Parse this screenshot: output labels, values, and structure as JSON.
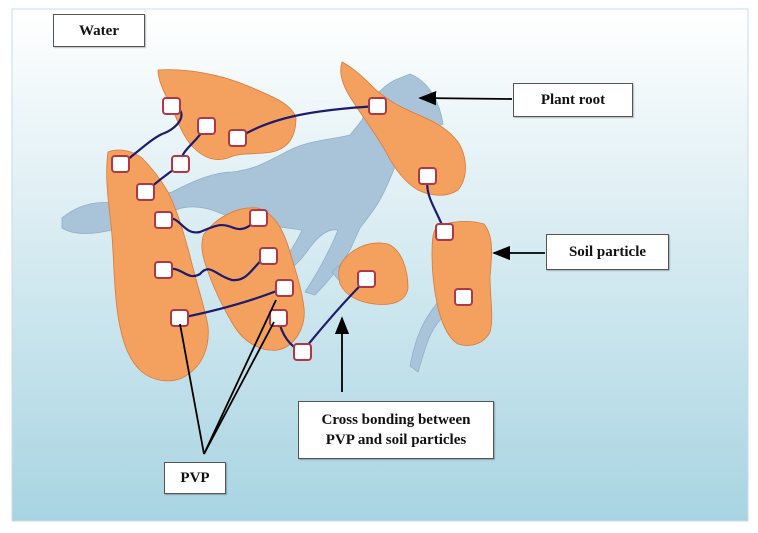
{
  "labels": {
    "water": "Water",
    "plant_root": "Plant root",
    "soil_particle": "Soil particle",
    "cross_bonding_line1": "Cross bonding between",
    "cross_bonding_line2": "PVP and soil particles",
    "pvp": "PVP"
  },
  "colors": {
    "water_top": "#ffffff",
    "water_bottom": "#a8d4e2",
    "soil_particle": "#f4a05f",
    "soil_edge": "#d9793a",
    "root": "#a9c4d9",
    "pvp_chain": "#1e1a6e",
    "bond_box_edge": "#b03845"
  }
}
